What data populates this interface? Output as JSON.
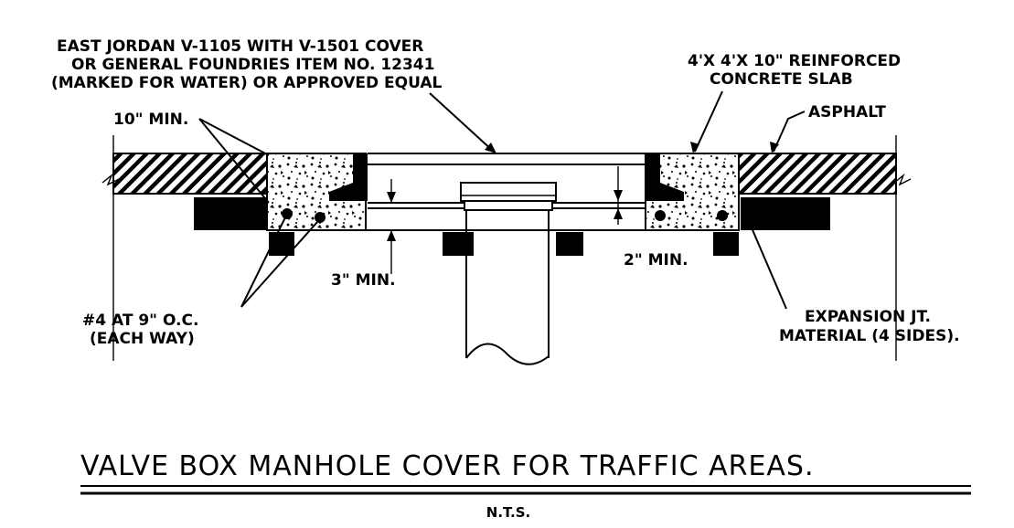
{
  "labels": {
    "cover_line1": "EAST JORDAN V-1105 WITH V-1501 COVER",
    "cover_line2": "OR GENERAL FOUNDRIES ITEM NO. 12341",
    "cover_line3": "(MARKED FOR WATER) OR APPROVED EQUAL",
    "slab_line1": "4'X 4'X 10\" REINFORCED",
    "slab_line2": "CONCRETE SLAB",
    "asphalt": "ASPHALT",
    "ten_min": "10\" MIN.",
    "three_min": "3\" MIN.",
    "two_min": "2\" MIN.",
    "rebar_line1": "#4 AT 9\" O.C.",
    "rebar_line2": "(EACH WAY)",
    "expansion_line1": "EXPANSION JT.",
    "expansion_line2": "MATERIAL (4 SIDES)."
  },
  "title": {
    "main": "VALVE BOX MANHOLE COVER FOR TRAFFIC AREAS.",
    "scale": "N.T.S."
  }
}
